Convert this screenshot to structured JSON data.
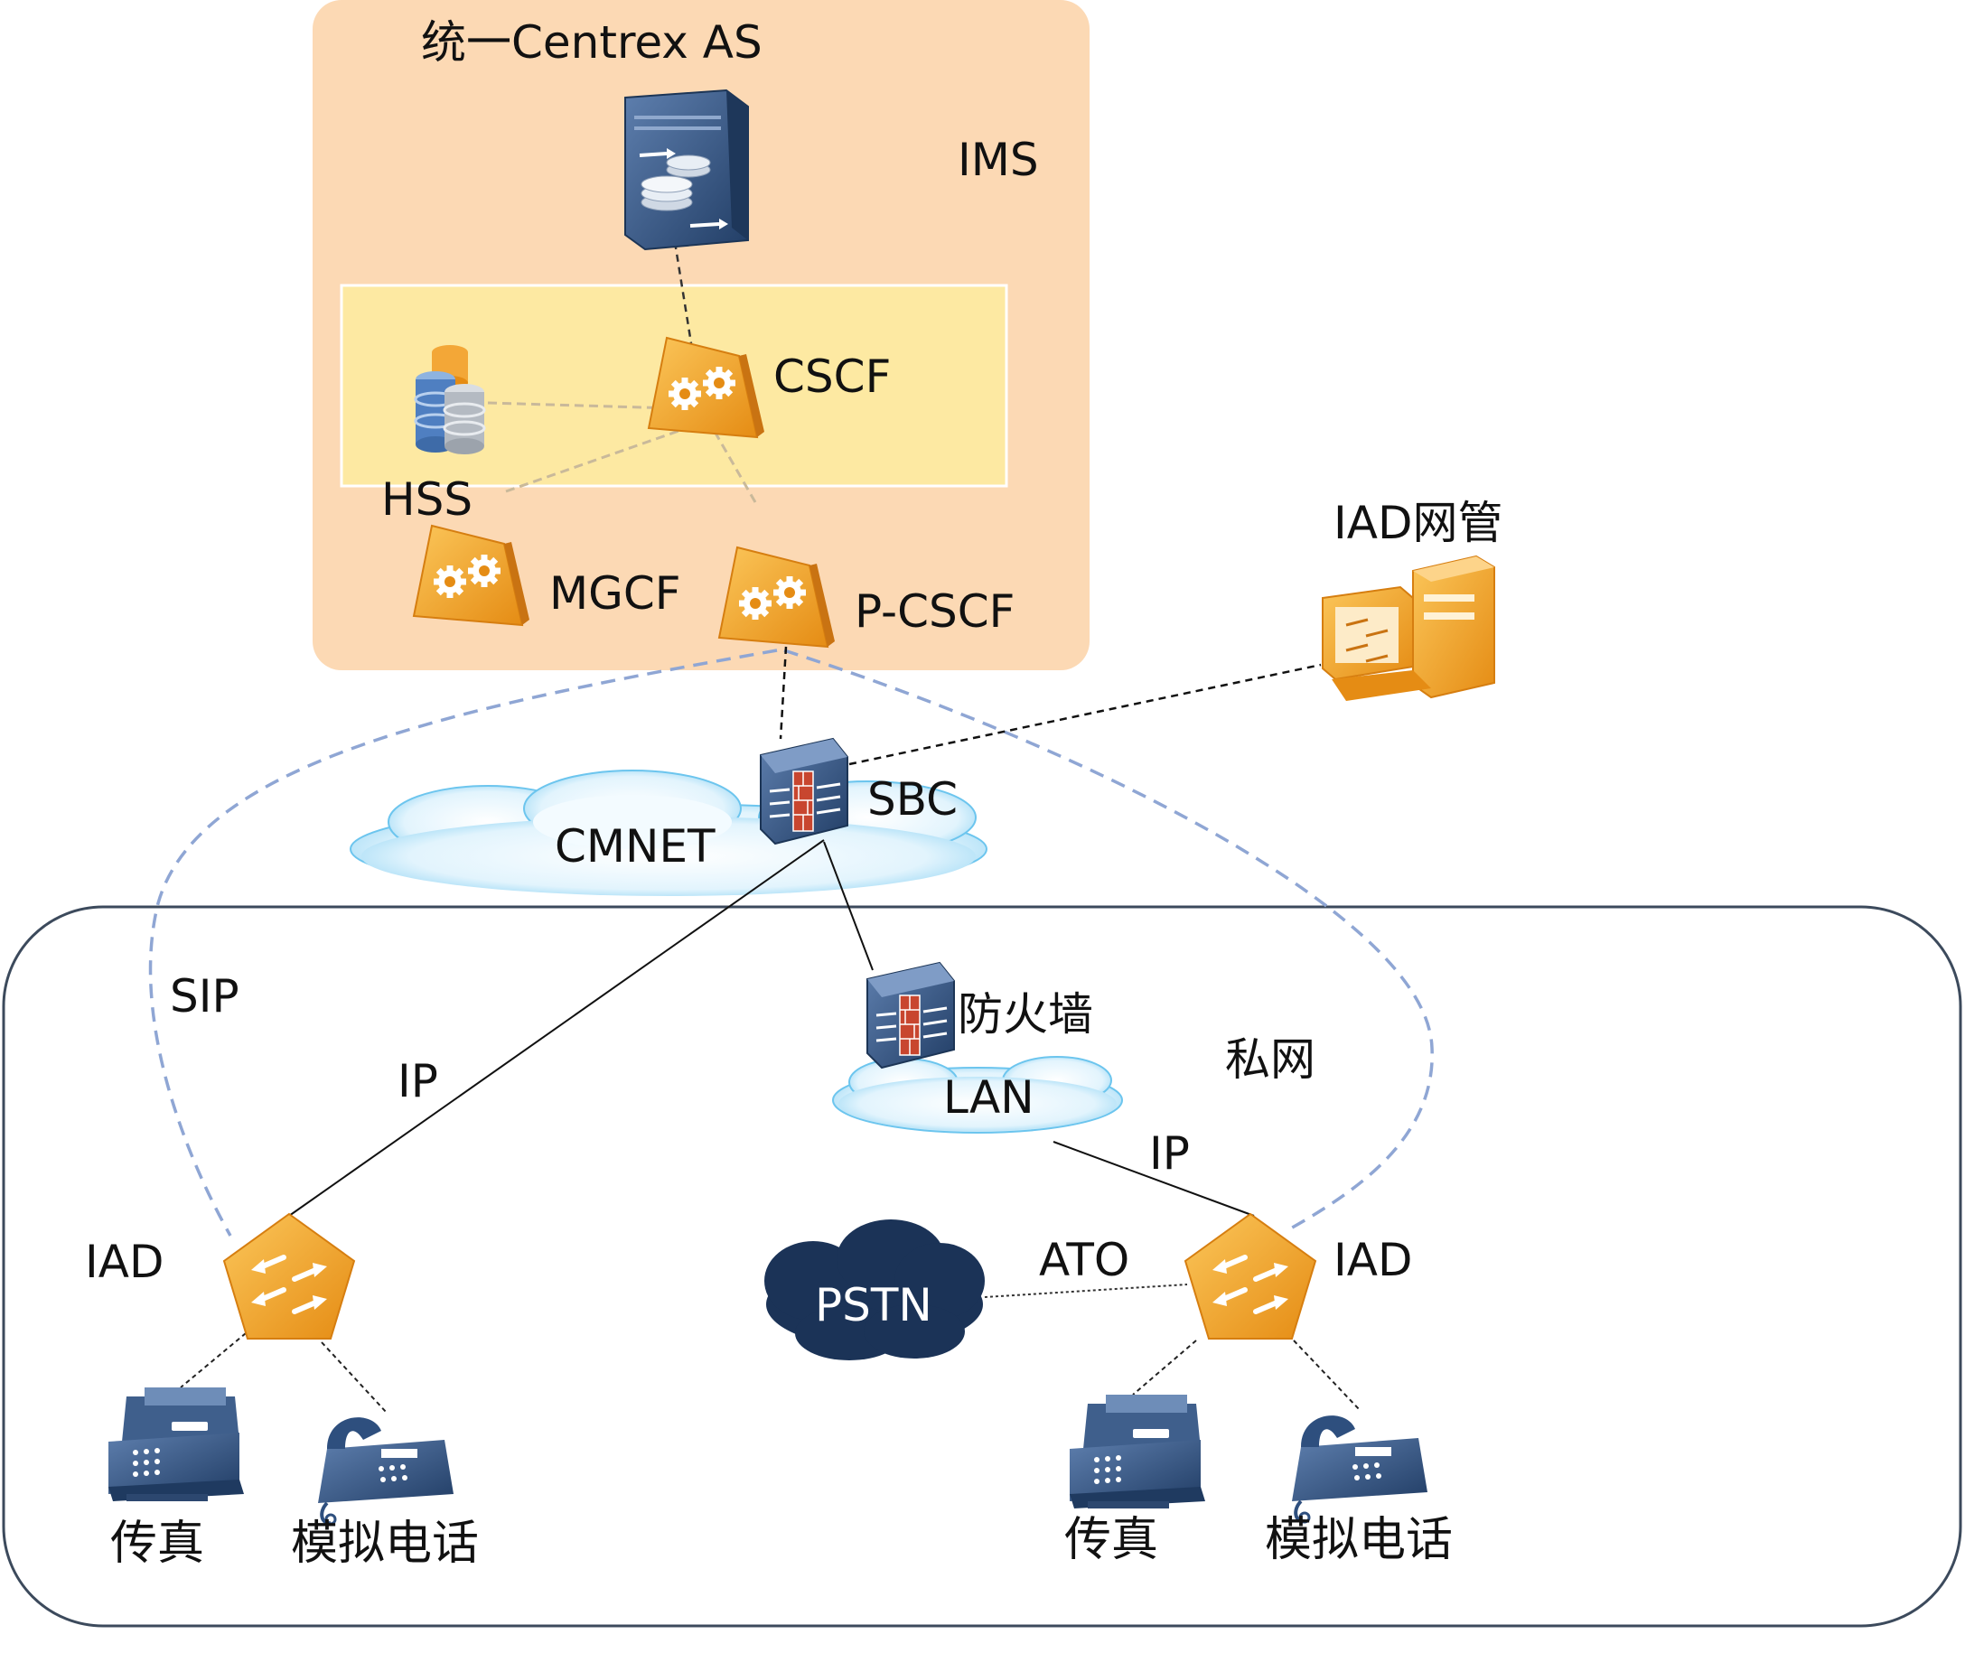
{
  "ims": {
    "as_label": "统一Centrex AS",
    "domain_label": "IMS",
    "cscf_label": "CSCF",
    "hss_label": "HSS",
    "mgcf_label": "MGCF",
    "pcscf_label": "P-CSCF"
  },
  "network": {
    "iad_mgmt_label": "IAD网管",
    "sbc_label": "SBC",
    "cmnet_label": "CMNET",
    "firewall_label": "防火墙",
    "lan_label": "LAN",
    "private_net_label": "私网",
    "pstn_label": "PSTN"
  },
  "links": {
    "sip_label": "SIP",
    "ip_left_label": "IP",
    "ip_right_label": "IP",
    "ato_label": "ATO"
  },
  "left_site": {
    "iad_label": "IAD",
    "fax_label": "传真",
    "phone_label": "模拟电话"
  },
  "right_site": {
    "iad_label": "IAD",
    "fax_label": "传真",
    "phone_label": "模拟电话"
  },
  "colors": {
    "ims_bg": "#FCD9B4",
    "core_bg": "#FDE9A2",
    "device_orange": "#F2A42A",
    "device_blue": "#2E4F7E",
    "sip_dash": "#8FA6D4",
    "pstn_cloud": "#1B3357",
    "cloud_light": "#D5EEFB"
  }
}
